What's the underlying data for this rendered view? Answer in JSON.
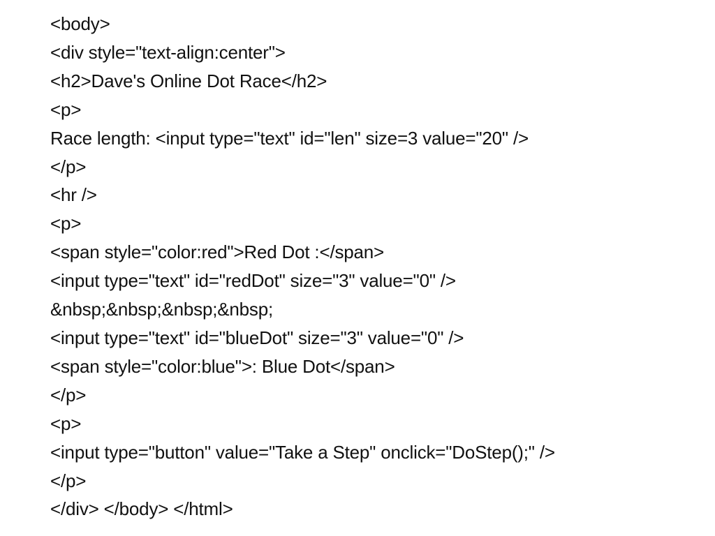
{
  "slide": {
    "lines": [
      "<body>",
      "<div style=\"text-align:center\">",
      "<h2>Dave's Online Dot Race</h2>",
      "<p>",
      "Race length: <input type=\"text\" id=\"len\" size=3 value=\"20\" />",
      "</p>",
      "<hr />",
      "<p>",
      "<span style=\"color:red\">Red Dot :</span>",
      "<input type=\"text\" id=\"redDot\" size=\"3\" value=\"0\" />",
      "&nbsp;&nbsp;&nbsp;&nbsp;",
      "<input type=\"text\" id=\"blueDot\" size=\"3\" value=\"0\" />",
      "<span style=\"color:blue\">: Blue Dot</span>",
      "</p>",
      "<p>",
      "<input type=\"button\" value=\"Take a Step\" onclick=\"DoStep();\" />",
      "</p>",
      "</div> </body> </html>"
    ]
  }
}
